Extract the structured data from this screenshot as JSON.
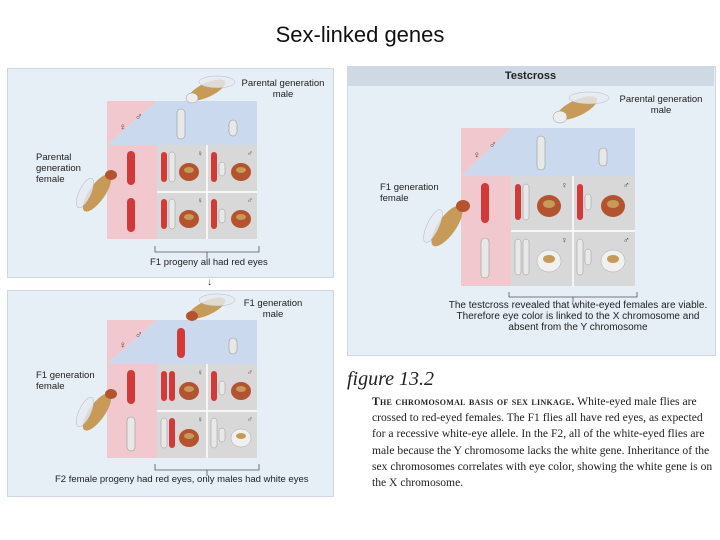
{
  "slide": {
    "title": "Sex-linked genes"
  },
  "panel_top_left": {
    "male_label": "Parental generation male",
    "female_label": "Parental generation female",
    "bottom_label": "F1 progeny all had red eyes"
  },
  "panel_bottom_left": {
    "male_label": "F1 generation male",
    "female_label": "F1 generation female",
    "bottom_label": "F2 female progeny had red eyes, only males had white eyes"
  },
  "panel_right": {
    "header": "Testcross",
    "male_label": "Parental generation male",
    "female_label": "F1 generation female",
    "bottom_label": "The testcross revealed that white-eyed females are viable. Therefore eye color is linked to the X chromosome and absent from the Y chromosome"
  },
  "caption": {
    "figure_label": "figure 13.2",
    "heading": "The chromosomal basis of sex linkage.",
    "text": "White-eyed male flies are crossed to red-eyed females. The F1 flies all have red eyes, as expected for a recessive white-eye allele. In the F2, all of the white-eyed flies are male because the Y chromosome lacks the white gene. Inheritance of the sex chromosomes correlates with eye color, showing the white gene is on the X chromosome."
  },
  "symbols": {
    "female": "♀",
    "male": "♂"
  },
  "colors": {
    "red_chromosome": "#d23a3a",
    "white_chromosome": "#e8e8e8",
    "fly_body": "#c79a57"
  }
}
